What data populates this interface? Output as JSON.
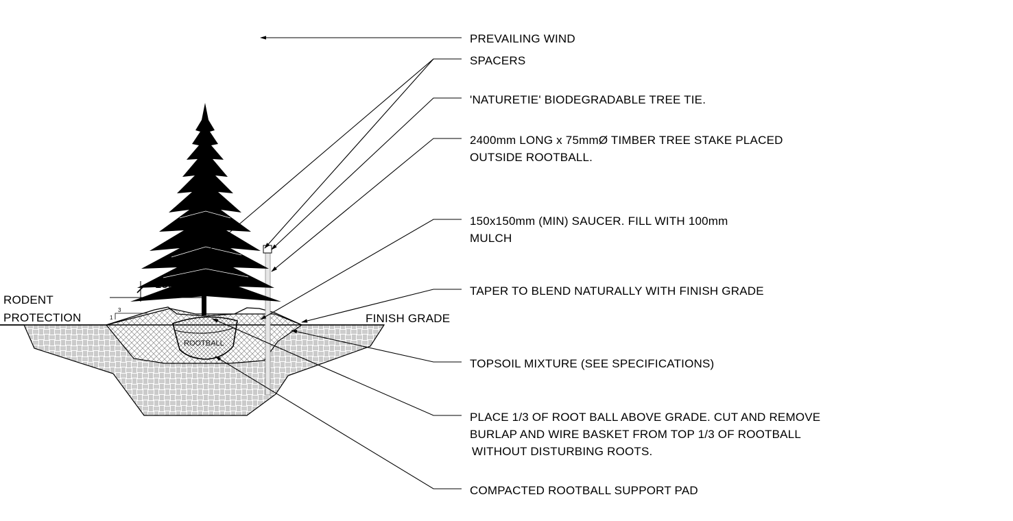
{
  "notes": {
    "prevailing_wind": "PREVAILING WIND",
    "spacers": "SPACERS",
    "tree_tie": "'NATURETIE' BIODEGRADABLE TREE TIE.",
    "stake_line1": "2400mm LONG x 75mmØ TIMBER TREE STAKE PLACED",
    "stake_line2": "OUTSIDE ROOTBALL.",
    "saucer_line1": "150x150mm (MIN) SAUCER. FILL WITH 100mm",
    "saucer_line2": "MULCH",
    "taper": "TAPER TO BLEND NATURALLY WITH FINISH GRADE",
    "topsoil": "TOPSOIL MIXTURE (SEE SPECIFICATIONS)",
    "rootball_line1": "PLACE 1/3 OF ROOT BALL ABOVE GRADE. CUT AND REMOVE",
    "rootball_line2": "BURLAP AND WIRE BASKET FROM TOP 1/3 OF ROOTBALL",
    "rootball_line3": "WITHOUT DISTURBING ROOTS.",
    "support_pad": "COMPACTED ROOTBALL SUPPORT PAD"
  },
  "labels": {
    "rodent_line1": "RODENT",
    "rodent_line2": "PROTECTION",
    "finish_grade": "FINISH GRADE",
    "rootball": "ROOTBALL",
    "dimension": "1500",
    "slope_rise": "1",
    "slope_run": "3"
  }
}
